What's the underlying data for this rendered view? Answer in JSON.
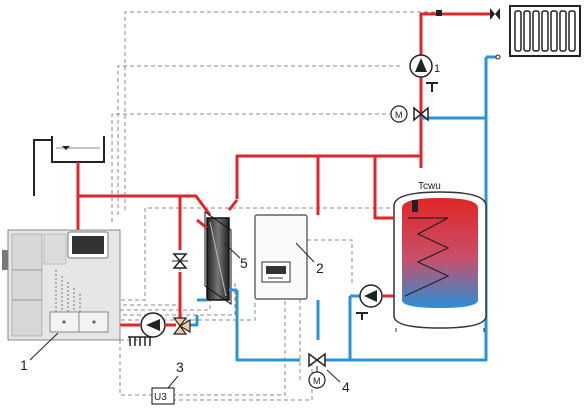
{
  "labels": {
    "boiler_1": "1",
    "gas_boiler_2": "2",
    "controller_3": "3",
    "mixing_valve_4": "4",
    "hydraulic_separator_5": "5",
    "pump_1": "1",
    "tank_sensor": "Tcwu",
    "controller_box": "U3",
    "motor_top": "M",
    "motor_bottom": "M"
  },
  "colors": {
    "supply": "#e0262a",
    "return": "#2b93d6",
    "control": "#888888"
  }
}
